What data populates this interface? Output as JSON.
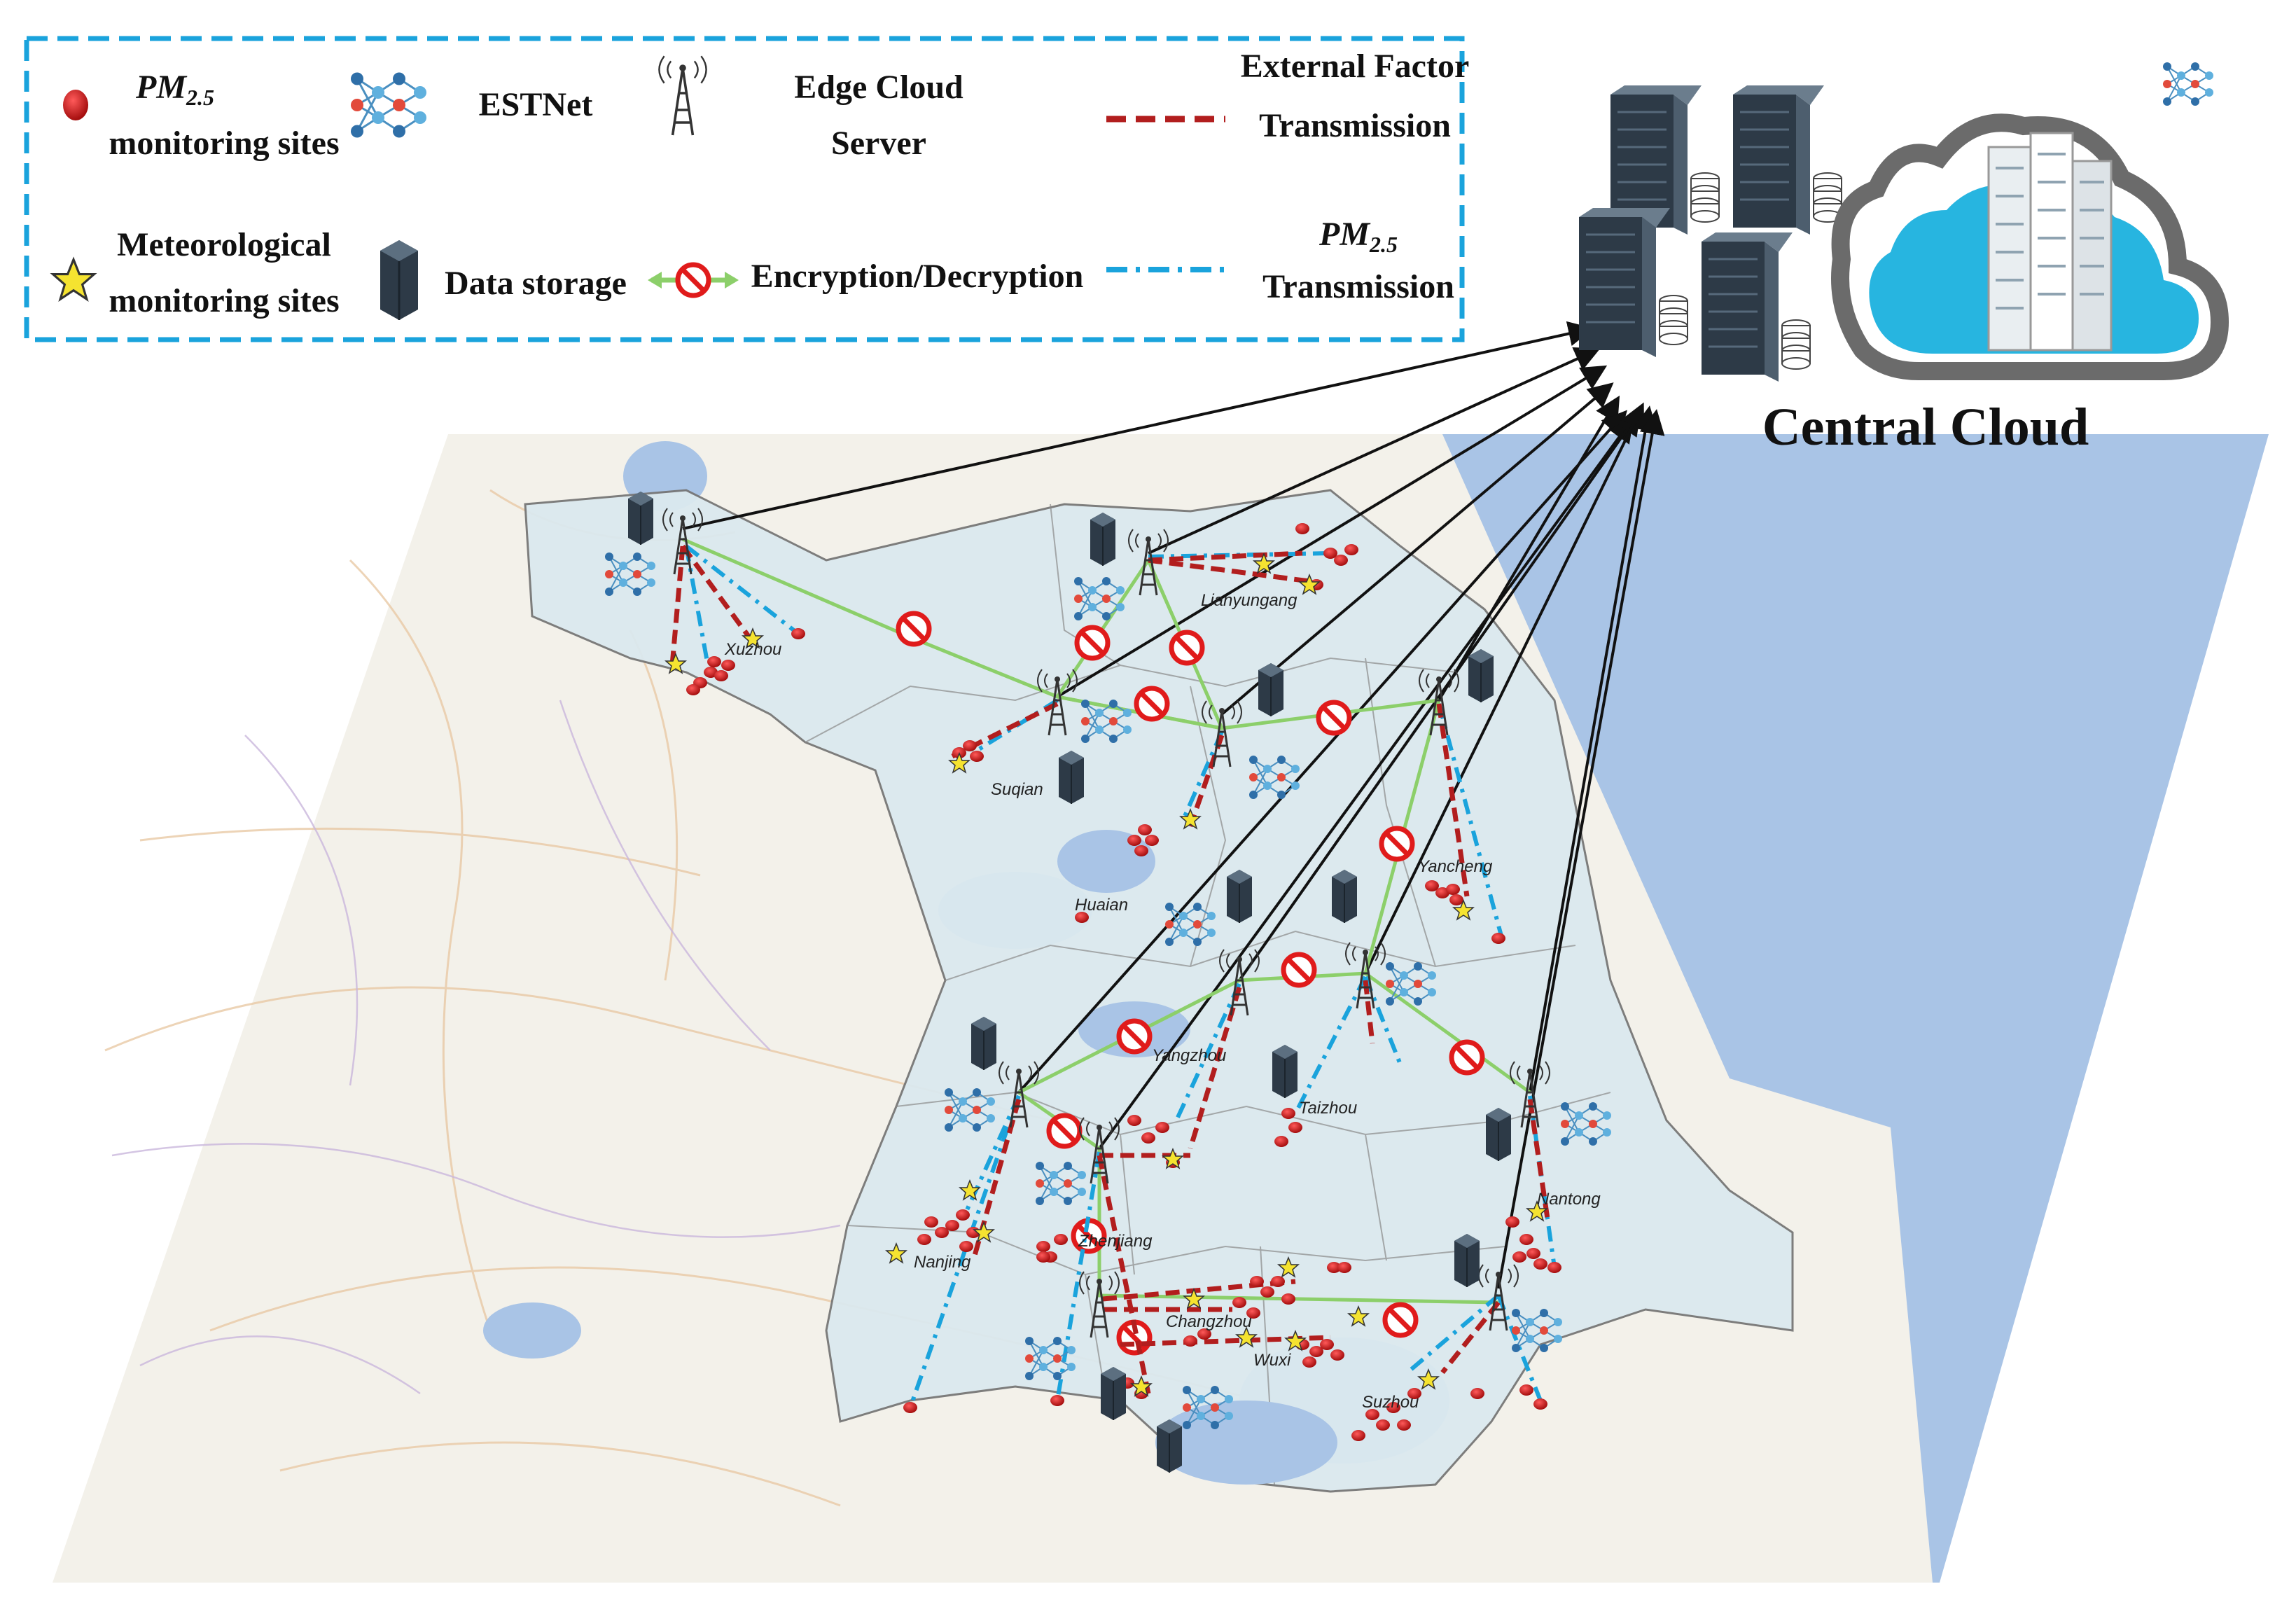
{
  "legend": {
    "pm_sites_label_line1": "PM",
    "pm_sites_label_sub": "2.5",
    "pm_sites_label_line2": "monitoring sites",
    "estnet_label": "ESTNet",
    "edge_server_label_line1": "Edge Cloud",
    "edge_server_label_line2": "Server",
    "external_factor_label_line1": "External Factor",
    "external_factor_label_line2": "Transmission",
    "met_sites_label_line1": "Meteorological",
    "met_sites_label_line2": "monitoring sites",
    "data_storage_label": "Data storage",
    "encryption_label": "Encryption/Decryption",
    "pm_transmission_label_line1": "PM",
    "pm_transmission_label_sub": "2.5",
    "pm_transmission_label_line2": "Transmission"
  },
  "central_cloud": {
    "title": "Central Cloud"
  },
  "cities": [
    {
      "name": "Xuzhou"
    },
    {
      "name": "Lianyungang"
    },
    {
      "name": "Suqian"
    },
    {
      "name": "Huaian"
    },
    {
      "name": "Yancheng"
    },
    {
      "name": "Yangzhou"
    },
    {
      "name": "Taizhou"
    },
    {
      "name": "Nantong"
    },
    {
      "name": "Nanjing"
    },
    {
      "name": "Zhenjiang"
    },
    {
      "name": "Changzhou"
    },
    {
      "name": "Wuxi"
    },
    {
      "name": "Suzhou"
    }
  ],
  "colors": {
    "legend_border": "#1aa3dc",
    "sea": "#a9c4e6",
    "map_land": "#f3f1ea",
    "region_fill": "#dbe9ef",
    "pm_site": "#d11a1a",
    "met_star": "#f5e330",
    "external_line": "#b21e1e",
    "pm_line": "#1aa3dc",
    "encryption_link": "#8ccf6a",
    "arrow": "#111111",
    "server": "#2d3a47",
    "cloud_blue": "#27b5e0",
    "cloud_gray": "#6b6b6b"
  },
  "icons": [
    "pm-site-icon",
    "estnet-icon",
    "edge-tower-icon",
    "external-line-icon",
    "met-star-icon",
    "data-storage-icon",
    "encryption-icon",
    "pm-line-icon",
    "central-cloud-icon",
    "server-rack-icon"
  ]
}
